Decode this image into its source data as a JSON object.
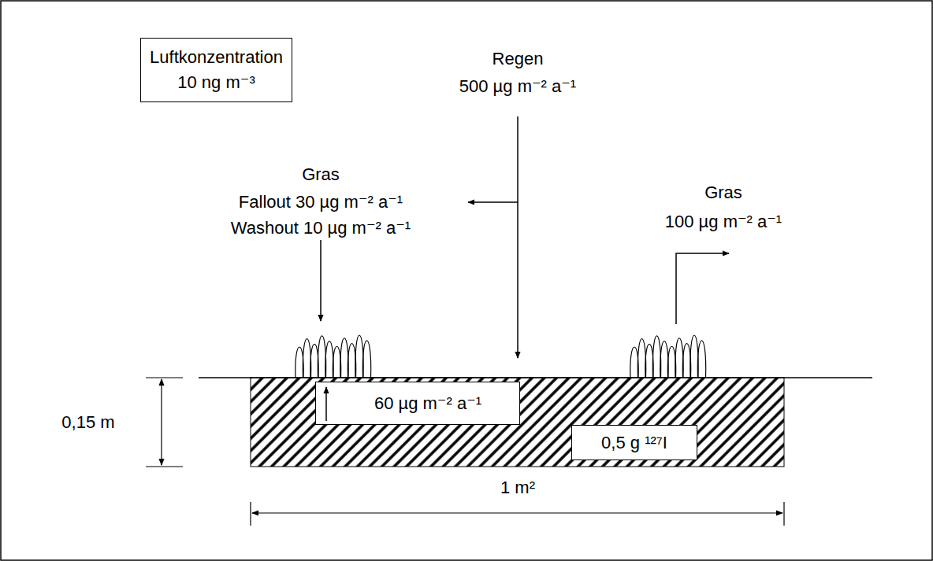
{
  "diagram": {
    "nodes": [
      {
        "text": [
          "Luftkonzentration",
          "10 ng m⁻³"
        ]
      },
      {
        "text": [
          "60 µg m⁻² a⁻¹"
        ]
      },
      {
        "text": [
          "0,5 g ¹²⁷I"
        ]
      }
    ],
    "labels": [
      "Regen",
      "500 µg m⁻² a⁻¹",
      "Gras",
      "Fallout 30 µg m⁻² a⁻¹",
      "Washout 10 µg m⁻² a⁻¹",
      "Gras",
      "100 µg m⁻² a⁻¹",
      "0,15 m",
      "1 m²"
    ]
  }
}
